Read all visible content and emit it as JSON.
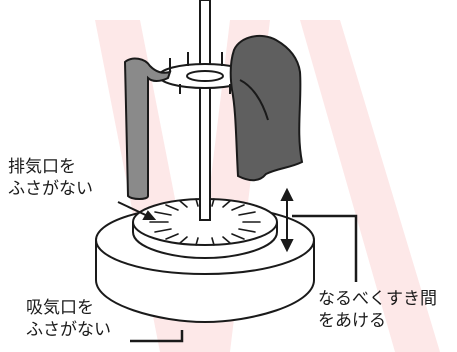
{
  "labels": {
    "exhaust": {
      "line1": "排気口を",
      "line2": "ふさがない"
    },
    "intake": {
      "line1": "吸気口を",
      "line2": "ふさがない"
    },
    "gap": {
      "line1": "なるべくすき間",
      "line2": "をあける"
    }
  },
  "colors": {
    "watermark": "#fbe3e3",
    "outline": "#1a1a1a",
    "cloth_dark": "#6b6b6b",
    "cloth_medium": "#8c8c8c"
  }
}
